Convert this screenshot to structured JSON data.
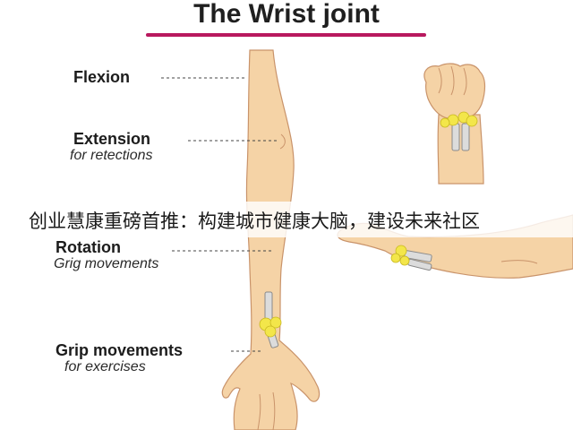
{
  "title": "The Wrist joint",
  "labels": [
    {
      "id": "flexion",
      "main": "Flexion",
      "sub": ""
    },
    {
      "id": "extension",
      "main": "Extension",
      "sub": "for retections"
    },
    {
      "id": "rotation",
      "main": "Rotation",
      "sub": "Grig movements"
    },
    {
      "id": "grip",
      "main": "Grip movements",
      "sub": "for exercises"
    }
  ],
  "banner": "创业慧康重磅首推：构建城市健康大脑，建设未来社区",
  "colors": {
    "skin": "#f5d3a6",
    "skin_shadow": "#e9b987",
    "outline": "#c9936a",
    "joint": "#f3e64a",
    "bone": "#dcdcdc",
    "title_rule": "#b8185e"
  }
}
